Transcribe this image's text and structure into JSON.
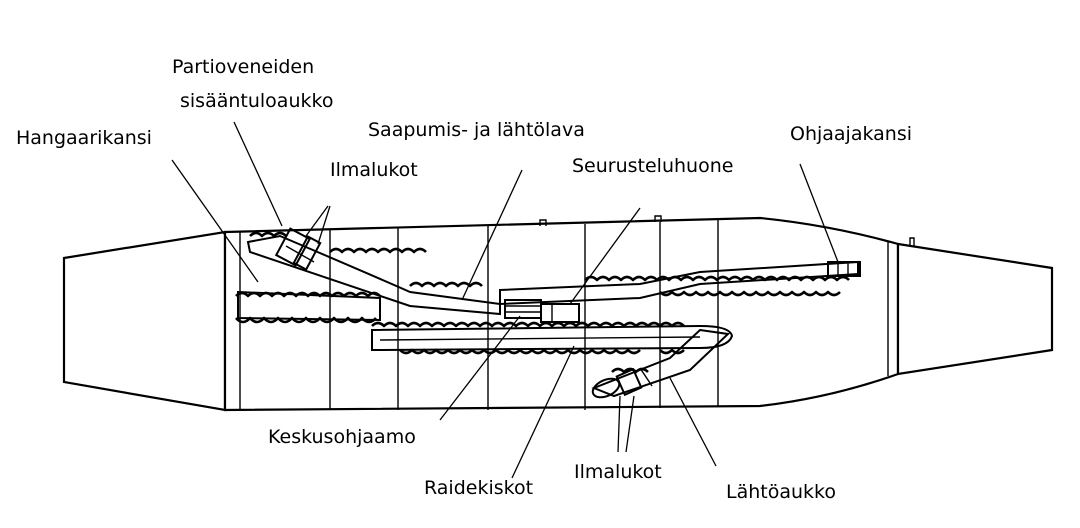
{
  "labels": {
    "partio_line1": "Partioveneiden",
    "partio_line2": "sisääntuloaukko",
    "hangaarikansi": "Hangaarikansi",
    "saapumis": "Saapumis- ja lähtölava",
    "ilmalukot_top": "Ilmalukot",
    "seurusteluhuone": "Seurusteluhuone",
    "ohjaajakansi": "Ohjaajakansi",
    "keskusohjaamo": "Keskusohjaamo",
    "raidekiskot": "Raidekiskot",
    "ilmalukot_bottom": "Ilmalukot",
    "lahtoaukko": "Lähtöaukko"
  },
  "colors": {
    "ink": "#000000",
    "paper": "#ffffff"
  }
}
